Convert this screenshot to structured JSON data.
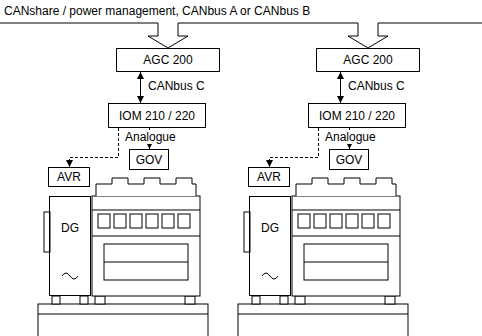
{
  "diagram": {
    "nodes": [
      {
        "text": [
          "AGC 200"
        ]
      },
      {
        "text": [
          "IOM 210 / 220"
        ]
      },
      {
        "text": [
          "AVR"
        ]
      },
      {
        "text": [
          "GOV"
        ]
      },
      {
        "text": [
          "DG"
        ]
      },
      {
        "text": [
          "AGC 200"
        ]
      },
      {
        "text": [
          "IOM 210 / 220"
        ]
      },
      {
        "text": [
          "AVR"
        ]
      },
      {
        "text": [
          "GOV"
        ]
      },
      {
        "text": [
          "DG"
        ]
      }
    ],
    "edges": [
      {
        "from": 0,
        "to": 1,
        "arrow": "both",
        "label": "CANbus C"
      },
      {
        "from": 1,
        "to": 2,
        "arrow": "to",
        "label": "Analogue"
      },
      {
        "from": 1,
        "to": 3,
        "arrow": "to"
      },
      {
        "from": 5,
        "to": 6,
        "arrow": "both",
        "label": "CANbus C"
      },
      {
        "from": 6,
        "to": 7,
        "arrow": "to",
        "label": "Analogue"
      },
      {
        "from": 6,
        "to": 8,
        "arrow": "to"
      }
    ],
    "labels": [
      "CANshare / power management, CANbus A or CANbus B"
    ]
  }
}
